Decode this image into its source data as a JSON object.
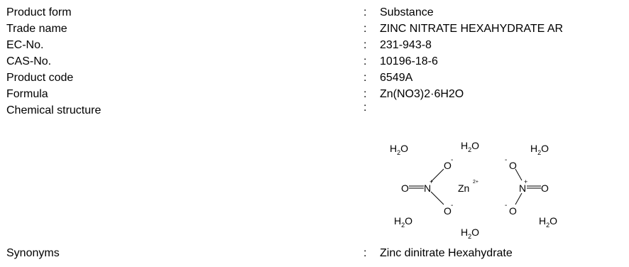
{
  "rows": [
    {
      "label": "Product form",
      "value": "Substance"
    },
    {
      "label": "Trade name",
      "value": "ZINC NITRATE HEXAHYDRATE AR"
    },
    {
      "label": "EC-No.",
      "value": "231-943-8"
    },
    {
      "label": "CAS-No.",
      "value": "10196-18-6"
    },
    {
      "label": "Product code",
      "value": "6549A"
    },
    {
      "label": "Formula",
      "value": "Zn(NO3)2·6H2O"
    },
    {
      "label": "Chemical structure",
      "value": ""
    }
  ],
  "synonyms": {
    "label": "Synonyms",
    "value": "Zinc dinitrate Hexahydrate"
  },
  "separator": ":",
  "structure": {
    "water": "H",
    "water_sub": "2",
    "water_o": "O",
    "oxygen": "O",
    "minus": "-",
    "plus": "+",
    "nitrogen": "N",
    "zinc": "Zn",
    "zinc_charge": "2+"
  }
}
